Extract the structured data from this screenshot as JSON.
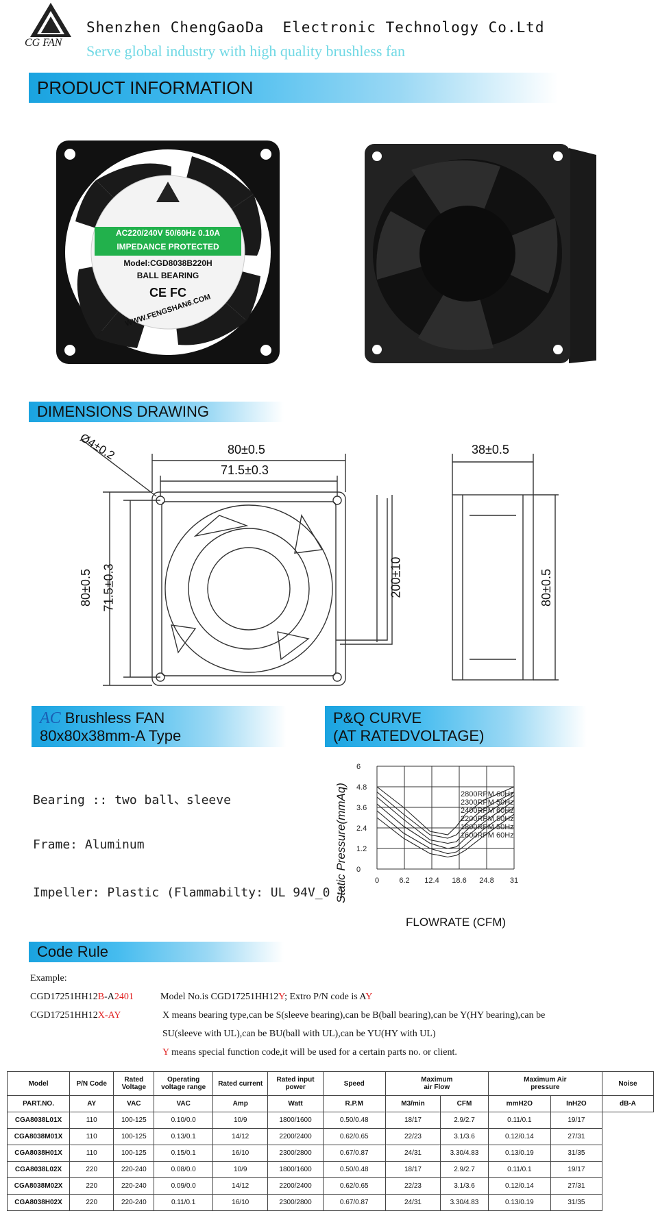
{
  "header": {
    "logo_text": "CG FAN",
    "company": "Shenzhen ChengGaoDa  Electronic Technology Co.Ltd",
    "slogan": "Serve global industry with high quality brushless fan",
    "accent_color": "#1aa3e0",
    "slogan_color": "#6fd8e4"
  },
  "sections": {
    "product_info": "PRODUCT INFORMATION",
    "dimensions": "DIMENSIONS DRAWING",
    "fan_title_prefix": "AC",
    "fan_title_rest": " Brushless FAN",
    "fan_type": "80x80x38mm-A Type",
    "pq_title": "P&Q CURVE",
    "pq_subtitle": "(AT RATEDVOLTAGE)",
    "code_rule": "Code Rule"
  },
  "fan_label": {
    "line1": "AC220/240V 50/60Hz 0.10A",
    "line2": "IMPEDANCE PROTECTED",
    "line3": "Model:CGD8038B220H",
    "line4": "BALL BEARING",
    "line5": "CE  FC",
    "line6": "WWW.FENGSHAN6.COM"
  },
  "dimensions": {
    "hole": "Ø4±0.2",
    "outer_w": "80±0.5",
    "inner_w": "71.5±0.3",
    "outer_h": "80±0.5",
    "inner_h": "71.5±0.3",
    "lead": "200±10",
    "depth": "38±0.5",
    "side_h": "80±0.5"
  },
  "specs": {
    "bearing": "Bearing :: two  ball、sleeve",
    "frame": "Frame: Aluminum",
    "impeller": "Impeller: Plastic  (Flammabilty: UL 94V_0 )"
  },
  "chart_data": {
    "type": "line",
    "xlabel": "FLOWRATE (CFM)",
    "ylabel": "Static Pressure(mmAq)",
    "x_ticks": [
      "0",
      "6.2",
      "12.4",
      "18.6",
      "24.8",
      "31"
    ],
    "y_ticks": [
      "6",
      "4.8",
      "3.6",
      "2.4",
      "1.2",
      "0"
    ],
    "xlim": [
      0,
      31
    ],
    "ylim": [
      0,
      6
    ],
    "grid": true,
    "series": [
      {
        "name": "2800RPM 60Hz",
        "x": [
          0,
          6,
          12,
          16,
          18,
          20,
          24,
          31
        ],
        "y": [
          4.8,
          3.6,
          2.2,
          2.0,
          2.5,
          3.2,
          4.0,
          4.8
        ]
      },
      {
        "name": "2300RPM 50Hz",
        "x": [
          0,
          6,
          12,
          16,
          18,
          20,
          24,
          31
        ],
        "y": [
          4.5,
          3.2,
          2.0,
          1.8,
          2.0,
          2.6,
          3.5,
          4.5
        ]
      },
      {
        "name": "2400RPM 60Hz",
        "x": [
          0,
          6,
          12,
          16,
          18,
          20,
          24,
          31
        ],
        "y": [
          4.2,
          2.9,
          1.7,
          1.5,
          1.6,
          2.2,
          3.1,
          4.3
        ]
      },
      {
        "name": "2200RPM 50Hz",
        "x": [
          0,
          6,
          12,
          16,
          18,
          20,
          24,
          31
        ],
        "y": [
          3.8,
          2.5,
          1.5,
          1.2,
          1.3,
          1.8,
          2.7,
          4.0
        ]
      },
      {
        "name": "1800RPM 50Hz",
        "x": [
          0,
          6,
          12,
          16,
          18,
          20,
          24,
          31
        ],
        "y": [
          3.4,
          2.1,
          1.2,
          0.9,
          1.0,
          1.4,
          2.3,
          3.6
        ]
      },
      {
        "name": "1600RPM 60Hz",
        "x": [
          0,
          6,
          12,
          16,
          18,
          20,
          24,
          31
        ],
        "y": [
          3.0,
          1.8,
          0.9,
          0.7,
          0.8,
          1.1,
          1.9,
          3.2
        ]
      }
    ]
  },
  "code_rule": {
    "example_label": "Example:",
    "line1_a": "CGD17251HH12",
    "line1_b": "B",
    "line1_c": "-A",
    "line1_d": "2401",
    "line1_desc_a": "Model No.is CGD17251HH12",
    "line1_desc_b": "Y",
    "line1_desc_c": "; Extro P/N code is A",
    "line1_desc_d": "Y",
    "line2_a": "CGD17251HH12",
    "line2_b": "X-AY",
    "line2_desc": "X means bearing type,can be S(sleeve bearing),can be B(ball bearing),can be Y(HY bearing),can be",
    "line3_desc": "SU(sleeve with UL),can be BU(ball with UL),can be YU(HY with UL)",
    "line4_y": "Y",
    "line4_desc": " means special function code,it will be used for a certain parts no. or client."
  },
  "table": {
    "headers": [
      "Model",
      "P/N Code",
      "Rated\nVoltage",
      "Operating\nvoltage range",
      "Rated current",
      "Rated    input\npower",
      "Speed",
      "Maximum\nair Flow",
      "Maximum          Air\npressure",
      "Noise"
    ],
    "units": [
      "PART.NO.",
      "",
      "VAC",
      "VAC",
      "Amp",
      "Watt",
      "R.P.M",
      "M3/min",
      "CFM",
      "mmH2O",
      "InH2O",
      "dB-A"
    ],
    "pn_code": "AY",
    "rows": [
      [
        "CGA8038L01X",
        "110",
        "100-125",
        "0.10/0.0",
        "10/9",
        "1800/1600",
        "0.50/0.48",
        "18/17",
        "2.9/2.7",
        "0.11/0.1",
        "19/17"
      ],
      [
        "CGA8038M01X",
        "110",
        "100-125",
        "0.13/0.1",
        "14/12",
        "2200/2400",
        "0.62/0.65",
        "22/23",
        "3.1/3.6",
        "0.12/0.14",
        "27/31"
      ],
      [
        "CGA8038H01X",
        "110",
        "100-125",
        "0.15/0.1",
        "16/10",
        "2300/2800",
        "0.67/0.87",
        "24/31",
        "3.30/4.83",
        "0.13/0.19",
        "31/35"
      ],
      [
        "CGA8038L02X",
        "220",
        "220-240",
        "0.08/0.0",
        "10/9",
        "1800/1600",
        "0.50/0.48",
        "18/17",
        "2.9/2.7",
        "0.11/0.1",
        "19/17"
      ],
      [
        "CGA8038M02X",
        "220",
        "220-240",
        "0.09/0.0",
        "14/12",
        "2200/2400",
        "0.62/0.65",
        "22/23",
        "3.1/3.6",
        "0.12/0.14",
        "27/31"
      ],
      [
        "CGA8038H02X",
        "220",
        "220-240",
        "0.11/0.1",
        "16/10",
        "2300/2800",
        "0.67/0.87",
        "24/31",
        "3.30/4.83",
        "0.13/0.19",
        "31/35"
      ]
    ]
  }
}
